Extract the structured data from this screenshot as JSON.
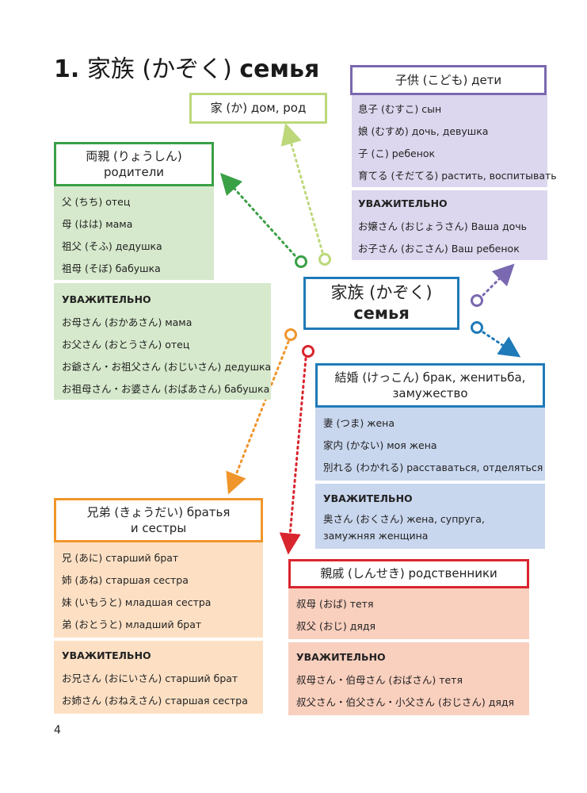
{
  "title": {
    "num": "1.",
    "jp": "家族 (かぞく)",
    "ru": "семья"
  },
  "center": {
    "jp": "家族 (かぞく)",
    "ru": "семья"
  },
  "ie": {
    "header": "家 (か) дом, род"
  },
  "kodomo": {
    "header": "子供 (こども) дети",
    "items": [
      "息子 (むすこ) сын",
      "娘 (むすめ) дочь, девушка",
      "子 (こ) ребенок",
      "育てる (そだてる) растить, воспитывать"
    ],
    "honorific_label": "УВАЖИТЕЛЬНО",
    "honorific": [
      "お嬢さん (おじょうさん) Ваша дочь",
      "お子さん (おこさん) Ваш ребенок"
    ]
  },
  "ryoushin": {
    "header_line1": "両親 (りょうしん)",
    "header_line2": "родители",
    "items": [
      "父 (ちち) отец",
      "母 (はは) мама",
      "祖父 (そふ) дедушка",
      "祖母 (そぼ) бабушка"
    ],
    "honorific_label": "УВАЖИТЕЛЬНО",
    "honorific": [
      "お母さん (おかあさん) мама",
      "お父さん (おとうさん) отец",
      "お爺さん・お祖父さん (おじいさん) дедушка",
      "お祖母さん・お婆さん (おばあさん) бабушка"
    ]
  },
  "kekkon": {
    "header_line1": "結婚 (けっこん) брак, женитьба,",
    "header_line2": "замужество",
    "items": [
      "妻 (つま) жена",
      "家内 (かない) моя жена",
      "別れる (わかれる) расставаться, отделяться"
    ],
    "honorific_label": "УВАЖИТЕЛЬНО",
    "honorific_line1": "奥さん (おくさん) жена, супруга,",
    "honorific_line2": "замужняя женщина"
  },
  "kyoudai": {
    "header_line1": "兄弟 (きょうだい) братья",
    "header_line2": "и сестры",
    "items": [
      "兄 (あに) старший брат",
      "姉 (あね) старшая сестра",
      "妹 (いもうと) младшая сестра",
      "弟 (おとうと) младший брат"
    ],
    "honorific_label": "УВАЖИТЕЛЬНО",
    "honorific": [
      "お兄さん (おにいさん) старший брат",
      "お姉さん (おねえさん) старшая сестра"
    ]
  },
  "shinseki": {
    "header": "親戚 (しんせき) родственники",
    "items": [
      "叔母 (おば) тетя",
      "叔父 (おじ) дядя"
    ],
    "honorific_label": "УВАЖИТЕЛЬНО",
    "honorific": [
      "叔母さん・伯母さん (おばさん) тетя",
      "叔父さん・伯父さん・小父さん (おじさん) дядя"
    ]
  },
  "colors": {
    "center": "#1f7ab8",
    "ie": "#bcd87a",
    "kodomo": "#7a68b0",
    "kodomo_bg": "#dcd7ee",
    "ryoushin": "#3aa046",
    "ryoushin_bg": "#d6e9cc",
    "kekkon": "#1f7ab8",
    "kekkon_bg": "#c8d6ee",
    "kyoudai": "#f0952b",
    "kyoudai_bg": "#fde0c4",
    "shinseki": "#d9252e",
    "shinseki_bg": "#f9cfbe"
  },
  "page_number": "4"
}
